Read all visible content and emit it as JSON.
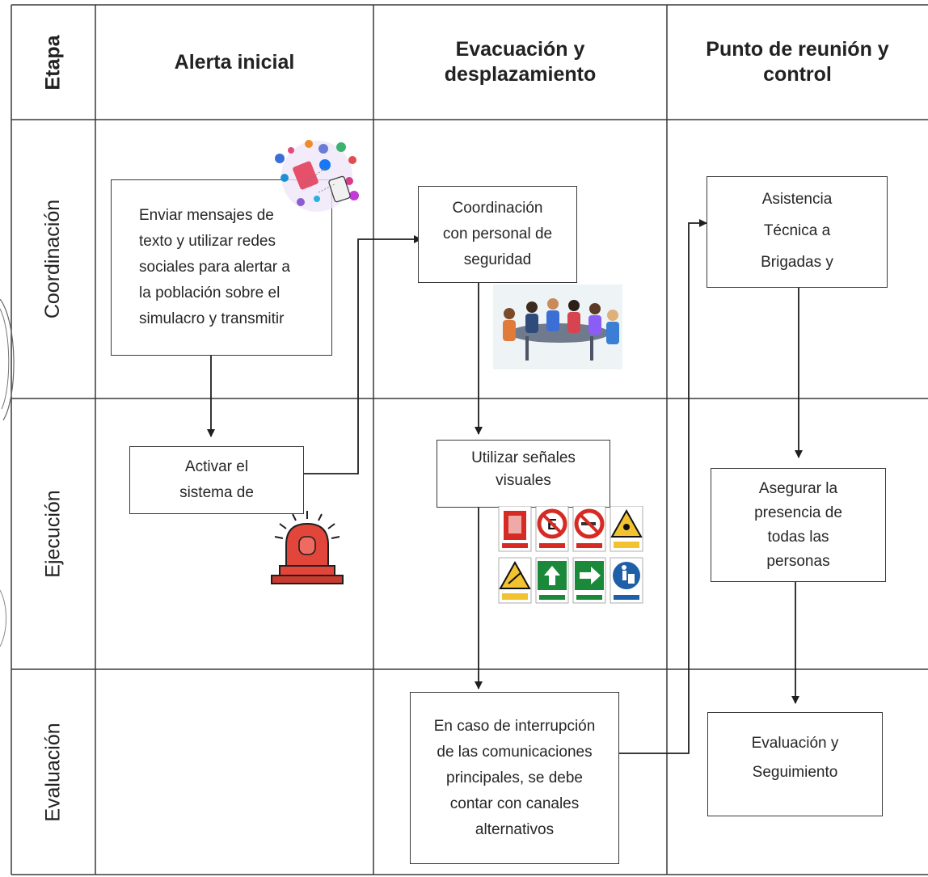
{
  "header": {
    "stage_label": "Etapa",
    "columns": [
      "Alerta inicial",
      "Evacuación y\ndesplazamiento",
      "Punto de reunión y\ncontrol"
    ]
  },
  "lanes": [
    "Coordinación",
    "Ejecución",
    "Evaluación"
  ],
  "boxes": {
    "enviar_mensajes": "Enviar mensajes de\ntexto y utilizar redes\nsociales para alertar a\nla población sobre el\nsimulacro y transmitir",
    "activar_sistema": "Activar el\nsistema de",
    "coordinacion_personal": "Coordinación\ncon personal de\nseguridad",
    "senales_visuales": "Utilizar señales\nvisuales",
    "interrupcion": "En caso de interrupción\nde las comunicaciones\nprincipales, se debe\ncontar con canales\nalternativos",
    "asistencia": "Asistencia\nTécnica a\nBrigadas y",
    "asegurar_presencia": "Asegurar la\npresencia de\ntodas las\npersonas",
    "evaluacion_seguimiento": "Evaluación y\nSeguimiento"
  },
  "icons": {
    "social_media": "social-media-icon",
    "meeting": "meeting-people-icon",
    "safety_signs": "safety-signs-icon",
    "alarm": "alarm-siren-icon",
    "stamp": "seal-stamp"
  },
  "colors": {
    "grid": "#3a3a3a",
    "siren_red": "#e2453a",
    "sign_red": "#d62b25",
    "sign_green": "#1a8a3a",
    "sign_blue": "#1f5fa8",
    "sign_yellow": "#f2c230"
  }
}
